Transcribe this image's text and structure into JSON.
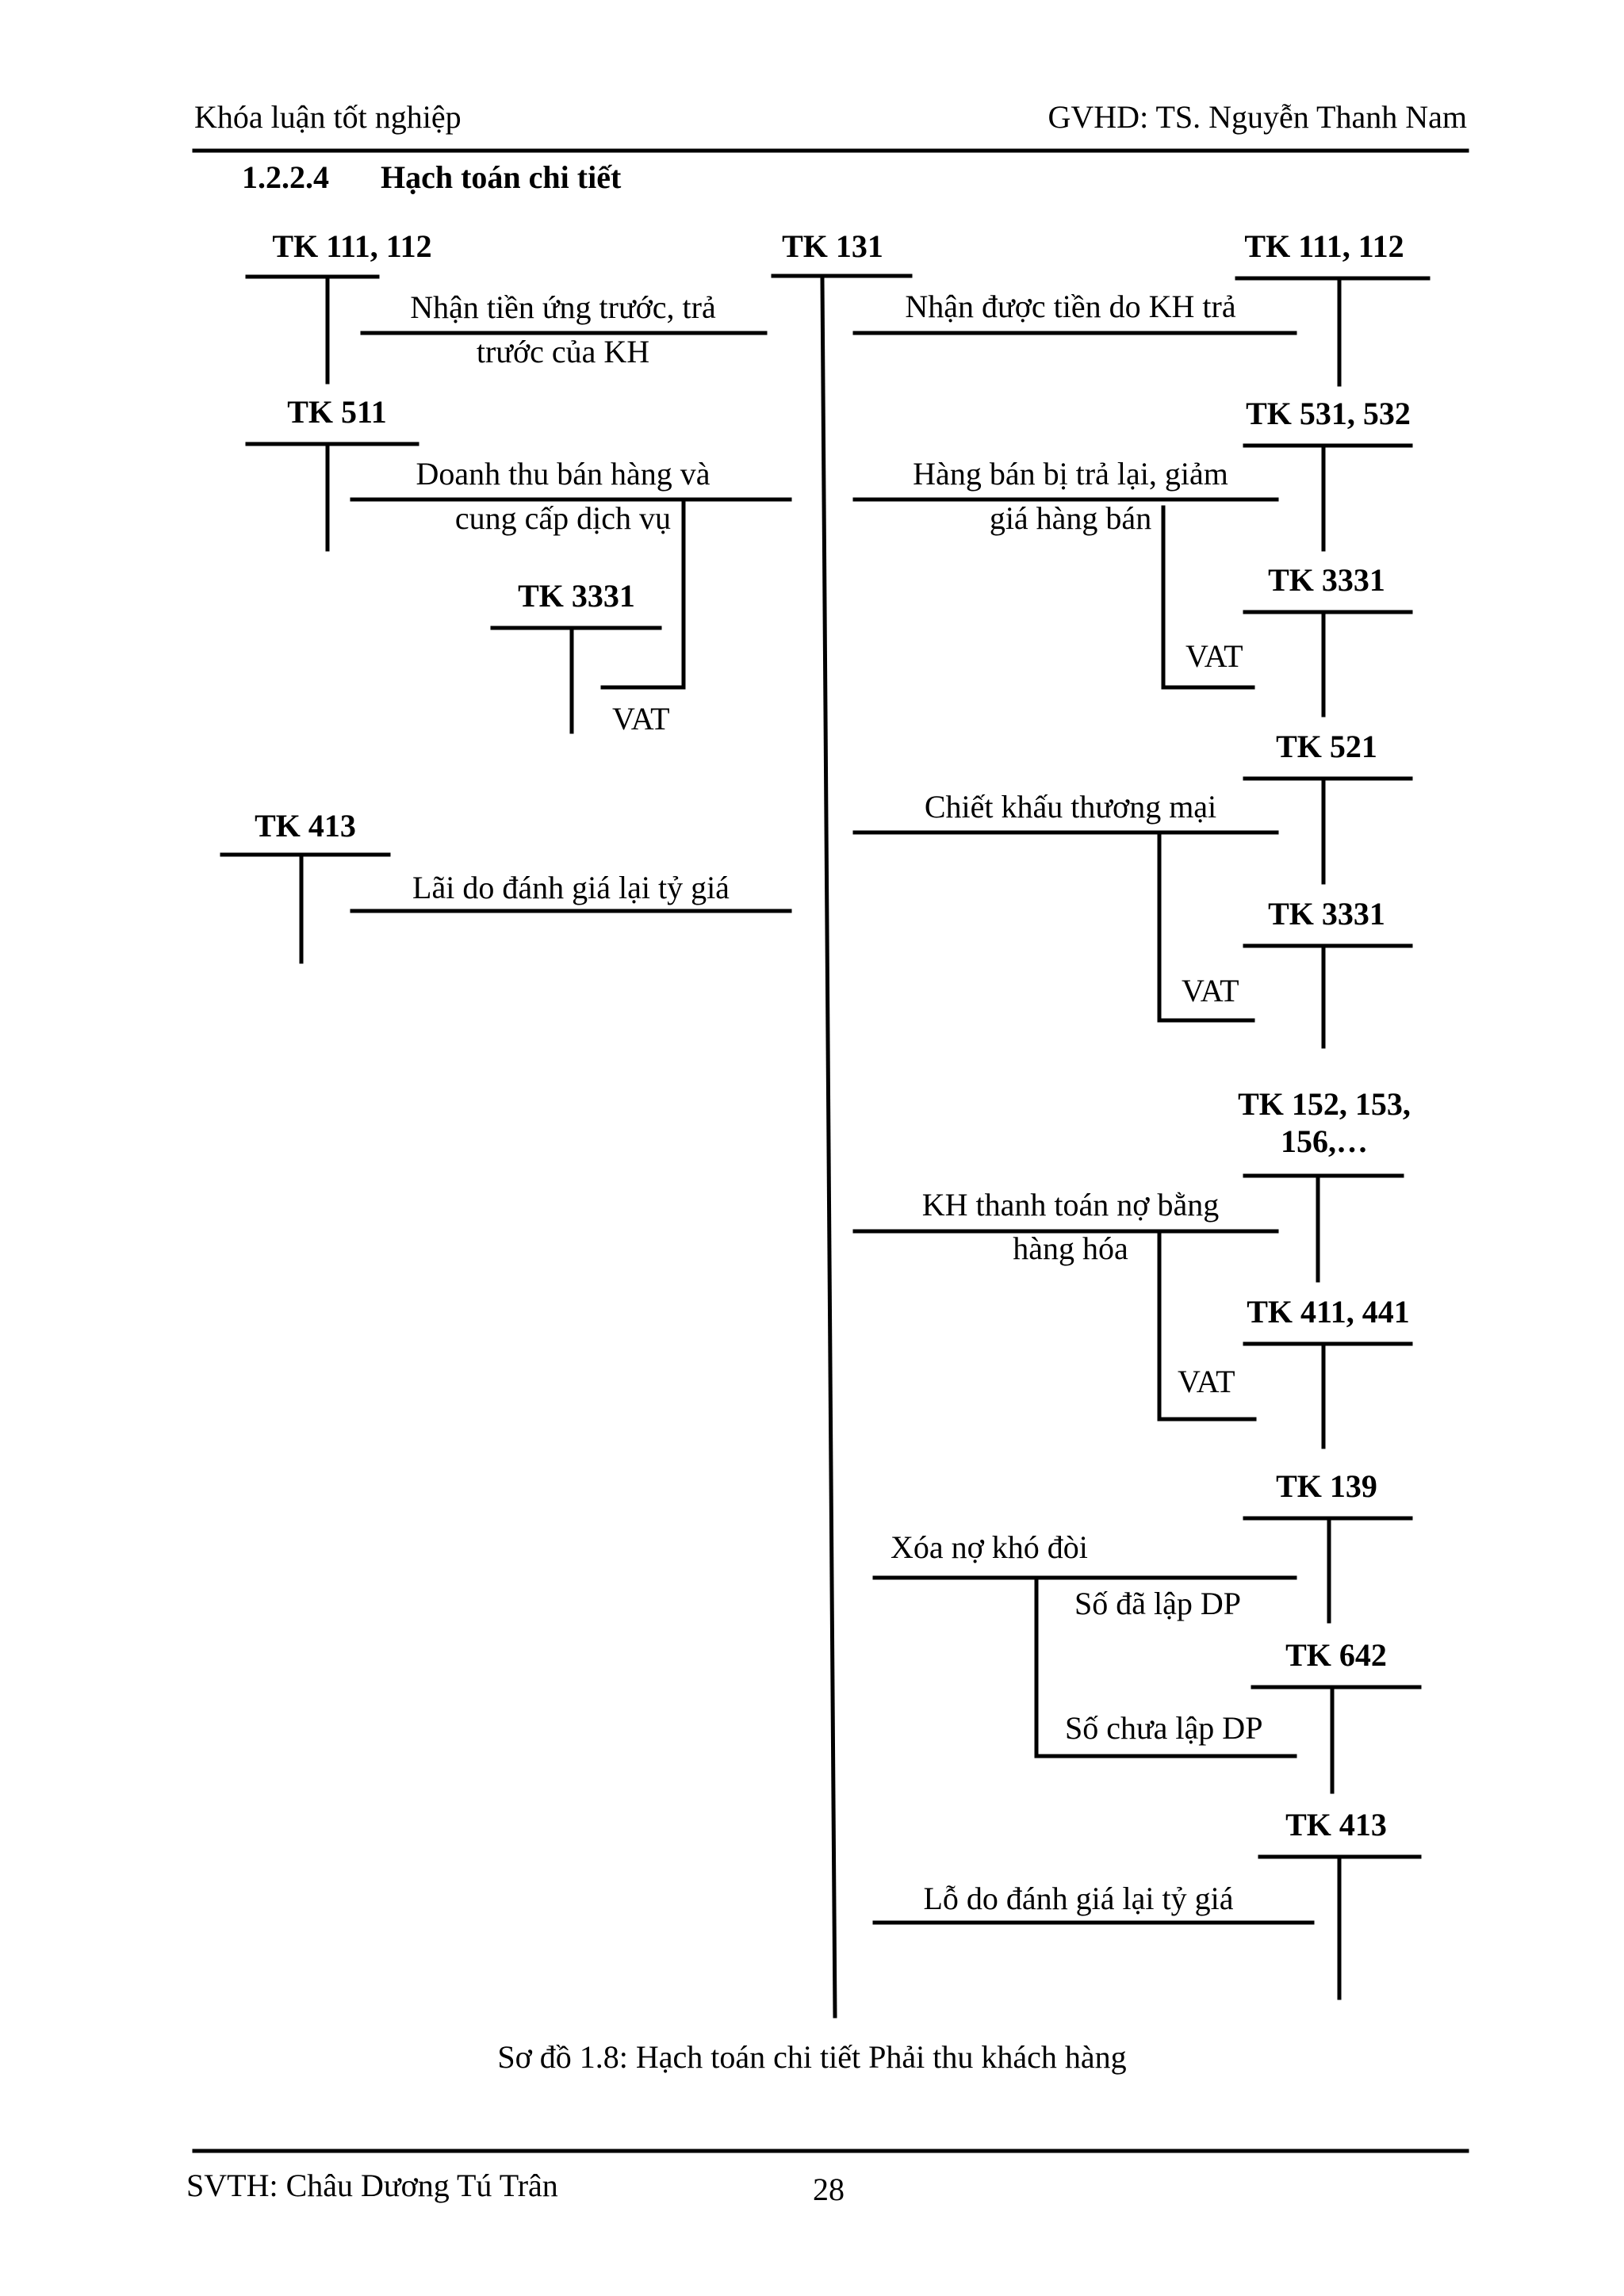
{
  "header": {
    "left": "Khóa luận tốt nghiệp",
    "right": "GVHD: TS. Nguyễn Thanh Nam"
  },
  "section": {
    "number": "1.2.2.4",
    "title": "Hạch toán chi tiết"
  },
  "accounts": {
    "tk111_left": "TK 111, 112",
    "tk131": "TK 131",
    "tk111_right": "TK 111, 112",
    "tk511": "TK 511",
    "tk531": "TK 531, 532",
    "tk3331_left": "TK 3331",
    "tk3331_r1": "TK 3331",
    "tk521": "TK 521",
    "tk413_left": "TK 413",
    "tk3331_r2": "TK 3331",
    "tk152_l1": "TK 152, 153,",
    "tk152_l2": "156,…",
    "tk411": "TK 411, 441",
    "tk139": "TK 139",
    "tk642": "TK 642",
    "tk413_right": "TK 413"
  },
  "labels": {
    "advance_l1": "Nhận tiền ứng trước, trả",
    "advance_l2": "trước của KH",
    "received": "Nhận được tiền do KH trả",
    "revenue_l1": "Doanh thu bán hàng và",
    "revenue_l2": "cung cấp dịch vụ",
    "returns_l1": "Hàng bán bị trả lại, giảm",
    "returns_l2": "giá hàng bán",
    "vat_1": "VAT",
    "vat_2": "VAT",
    "discount": "Chiết khấu thương mại",
    "fx_gain": "Lãi do đánh giá lại tỷ giá",
    "vat_3": "VAT",
    "goods_l1": "KH thanh toán nợ bằng",
    "goods_l2": "hàng hóa",
    "vat_4": "VAT",
    "baddebt": "Xóa nợ khó đòi",
    "provisioned": "Số đã lập DP",
    "unprovisioned": "Số chưa lập DP",
    "fx_loss": "Lỗ do đánh giá lại tỷ giá"
  },
  "caption": "Sơ đồ 1.8: Hạch toán chi tiết Phải thu khách hàng",
  "footer": {
    "left": "SVTH: Châu Dương Tú Trân",
    "page": "28"
  }
}
